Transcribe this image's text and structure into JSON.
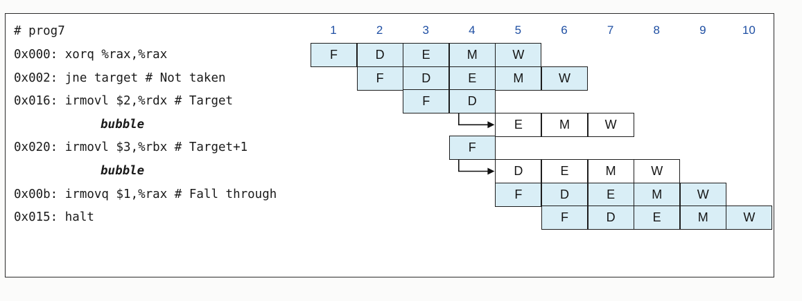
{
  "program_label": "# prog7",
  "cycles": [
    "1",
    "2",
    "3",
    "4",
    "5",
    "6",
    "7",
    "8",
    "9",
    "10"
  ],
  "rows": [
    {
      "label": "0x000: xorq %rax,%rax",
      "bubble": false,
      "start": 1,
      "stages": [
        "F",
        "D",
        "E",
        "M",
        "W"
      ],
      "fill": [
        true,
        true,
        true,
        true,
        true
      ]
    },
    {
      "label": "0x002: jne target # Not taken",
      "bubble": false,
      "start": 2,
      "stages": [
        "F",
        "D",
        "E",
        "M",
        "W"
      ],
      "fill": [
        true,
        true,
        true,
        true,
        true
      ]
    },
    {
      "label": "0x016: irmovl $2,%rdx # Target",
      "bubble": false,
      "start": 3,
      "stages": [
        "F",
        "D"
      ],
      "fill": [
        true,
        true
      ]
    },
    {
      "label": "bubble",
      "bubble": true,
      "start": 5,
      "stages": [
        "E",
        "M",
        "W"
      ],
      "fill": [
        false,
        false,
        false
      ],
      "arrow_from_cycle": 4
    },
    {
      "label": "0x020: irmovl $3,%rbx # Target+1",
      "bubble": false,
      "start": 4,
      "stages": [
        "F"
      ],
      "fill": [
        true
      ]
    },
    {
      "label": "bubble",
      "bubble": true,
      "start": 5,
      "stages": [
        "D",
        "E",
        "M",
        "W"
      ],
      "fill": [
        false,
        false,
        false,
        false
      ],
      "arrow_from_cycle": 4
    },
    {
      "label": "0x00b: irmovq $1,%rax # Fall through",
      "bubble": false,
      "start": 5,
      "stages": [
        "F",
        "D",
        "E",
        "M",
        "W"
      ],
      "fill": [
        true,
        true,
        true,
        true,
        true
      ]
    },
    {
      "label": "0x015: halt",
      "bubble": false,
      "start": 6,
      "stages": [
        "F",
        "D",
        "E",
        "M",
        "W"
      ],
      "fill": [
        true,
        true,
        true,
        true,
        true
      ]
    }
  ]
}
